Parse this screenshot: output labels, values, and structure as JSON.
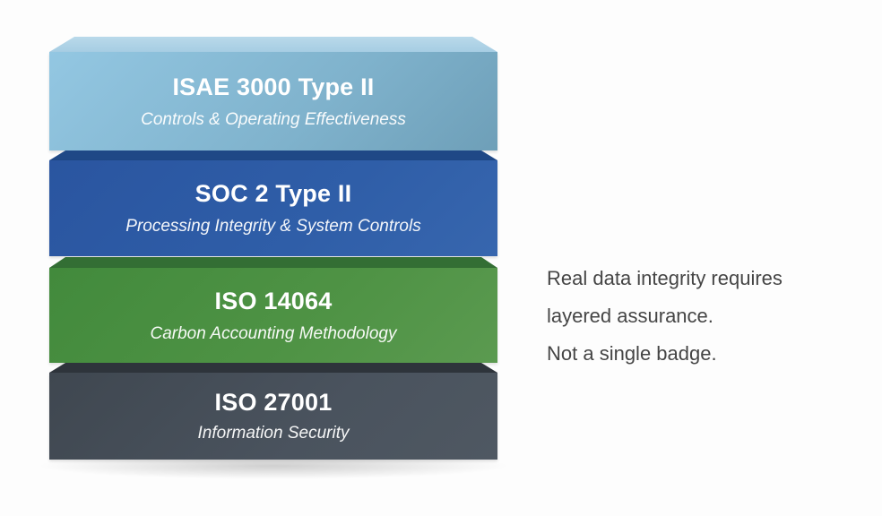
{
  "layers": [
    {
      "title": "ISAE 3000 Type II",
      "subtitle": "Controls & Operating Effectiveness",
      "color": "#8dbfd9"
    },
    {
      "title": "SOC 2 Type II",
      "subtitle": "Processing Integrity & System Controls",
      "color": "#2f5ea8"
    },
    {
      "title": "ISO 14064",
      "subtitle": "Carbon Accounting Methodology",
      "color": "#4f9345"
    },
    {
      "title": "ISO 27001",
      "subtitle": "Information Security",
      "color": "#48515c"
    }
  ],
  "caption": {
    "line1": "Real data integrity requires",
    "line2": "layered assurance.",
    "line3": "Not a single badge."
  }
}
